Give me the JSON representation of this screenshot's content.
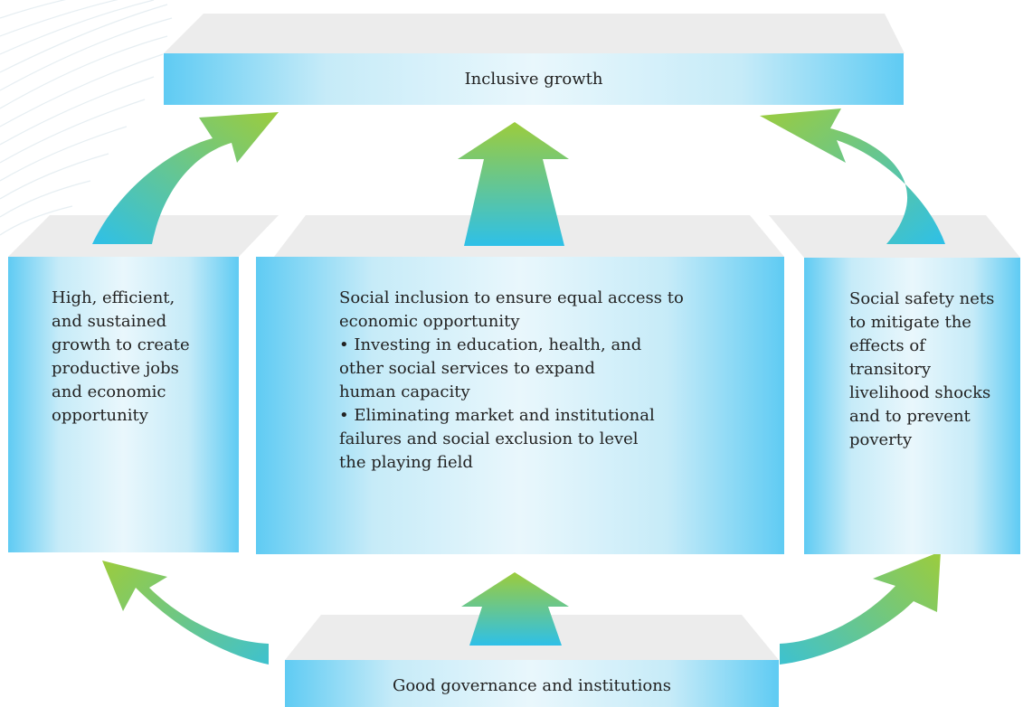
{
  "diagram": {
    "top": {
      "label": "Inclusive growth"
    },
    "left": {
      "lines": [
        "High, efficient,",
        "and sustained",
        "growth to create",
        "productive jobs",
        "and economic",
        "opportunity"
      ]
    },
    "center": {
      "lines": [
        "Social inclusion to ensure equal access to",
        "economic opportunity",
        "• Investing in education, health, and",
        "other social services to expand",
        "human capacity",
        "• Eliminating market and institutional",
        "failures and social exclusion to level",
        "the playing field"
      ]
    },
    "right": {
      "lines": [
        "Social safety nets",
        "to mitigate the",
        "effects of",
        "transitory",
        "livelihood shocks",
        "and to prevent",
        "poverty"
      ]
    },
    "bottom": {
      "label": "Good governance and institutions"
    }
  },
  "colors": {
    "box_edge": "#5fcbf3",
    "box_center": "#e9f7fc",
    "arrow_base": "#2ec0e8",
    "arrow_tip": "#9ccc3c",
    "platform": "#ececec"
  }
}
